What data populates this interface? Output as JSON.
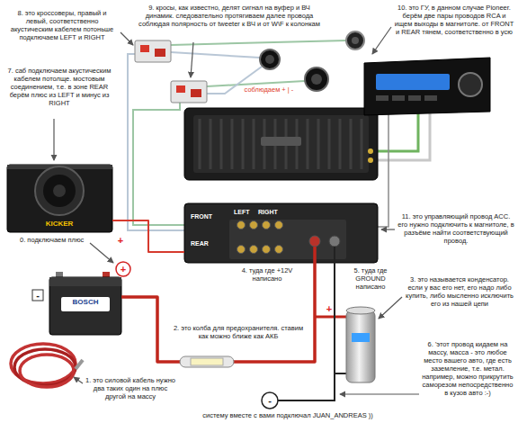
{
  "diagram": {
    "nodes": [
      {
        "text": [
          "KICKER"
        ]
      },
      {
        "text": [
          "FRONT",
          "LEFT",
          "RIGHT",
          "REAR"
        ]
      },
      {
        "text": [
          "BOSCH"
        ]
      }
    ],
    "edges": [
      {
        "from": 1,
        "to": 0,
        "arrow": "none"
      },
      {
        "from": 2,
        "to": 1,
        "arrow": "none"
      }
    ],
    "labels": [
      "8. это кроссоверы, правый и левый, соответственно акустическим кабелем потоньше подключаем LEFT и RIGHT",
      "9. кросы, как известно, делят сигнал на вуфер и ВЧ динамик. следовательно протягиваем далее провода соблюдая полярность от tweeter к ВЧ и от W\\F к колонкам",
      "10. это ГУ, в данном случае Pioneer. берём две пары проводов RCA и ищем выходы в магнитоле. от FRONT и REAR тянем, соответственно в усю",
      "7. саб подключаем акустическим кабелем потолще. мостовым соединением, т.е. в зоне REAR берём плюс из LEFT и минус из RIGHT",
      "соблюдаем + | -",
      "11. это управляющий провод ACC. его нужно подключить к магнитоле, в разъёме найти соответствующий провод.",
      "+",
      "0. подключаем плюс",
      "+",
      "4. туда где +12V написано",
      "5. туда где GROUND написано",
      "3. это называется конденсатор. если у вас его нет, его надо либо купить, либо мысленно исключить его из нашей цепи",
      "-",
      "+",
      "2. это колба для предохранителя. ставим как можно ближе как АКБ",
      "6. 'этот провод кидаем на массу, масса - это любое место вашего авто, где есть заземление, т.е. метал. например, можно прикрутить саморезом непосредственно в кузов авто :-)",
      "1. это силовой кабель нужно два таких один на плюс другой на массу",
      "-",
      "систему вместе с вами подключал JUAN_ANDREAS ))"
    ]
  }
}
